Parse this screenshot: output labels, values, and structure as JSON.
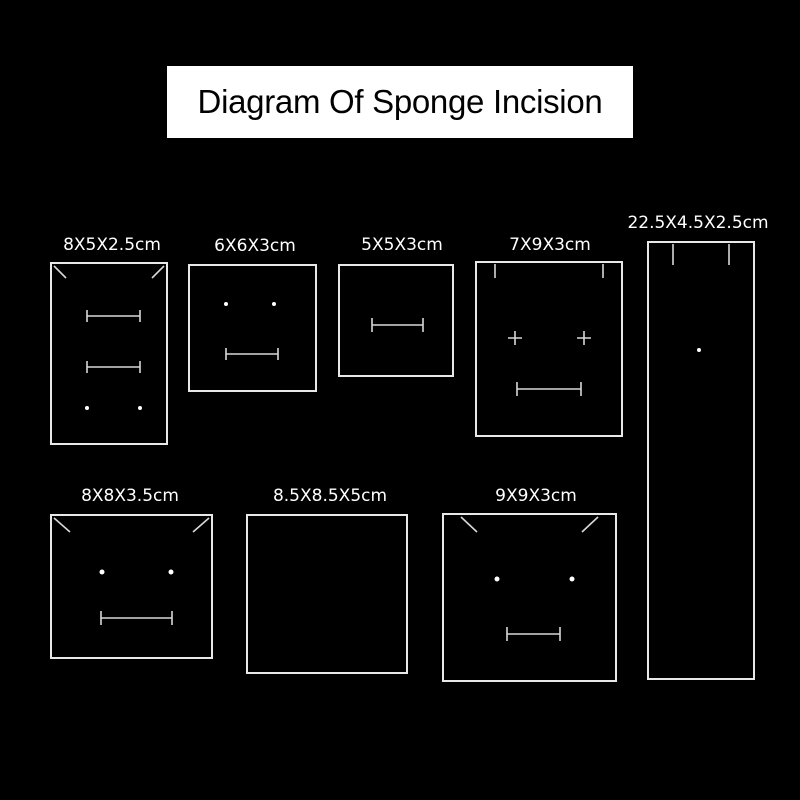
{
  "title": "Diagram Of Sponge Incision",
  "colors": {
    "background": "#000000",
    "title_background": "#ffffff",
    "title_text": "#000000",
    "line": "#e8e8e8",
    "label": "#ffffff"
  },
  "sponges": [
    {
      "label": "8X5X2.5cm"
    },
    {
      "label": "6X6X3cm"
    },
    {
      "label": "5X5X3cm"
    },
    {
      "label": "7X9X3cm"
    },
    {
      "label": "22.5X4.5X2.5cm"
    },
    {
      "label": "8X8X3.5cm"
    },
    {
      "label": "8.5X8.5X5cm"
    },
    {
      "label": "9X9X3cm"
    }
  ]
}
